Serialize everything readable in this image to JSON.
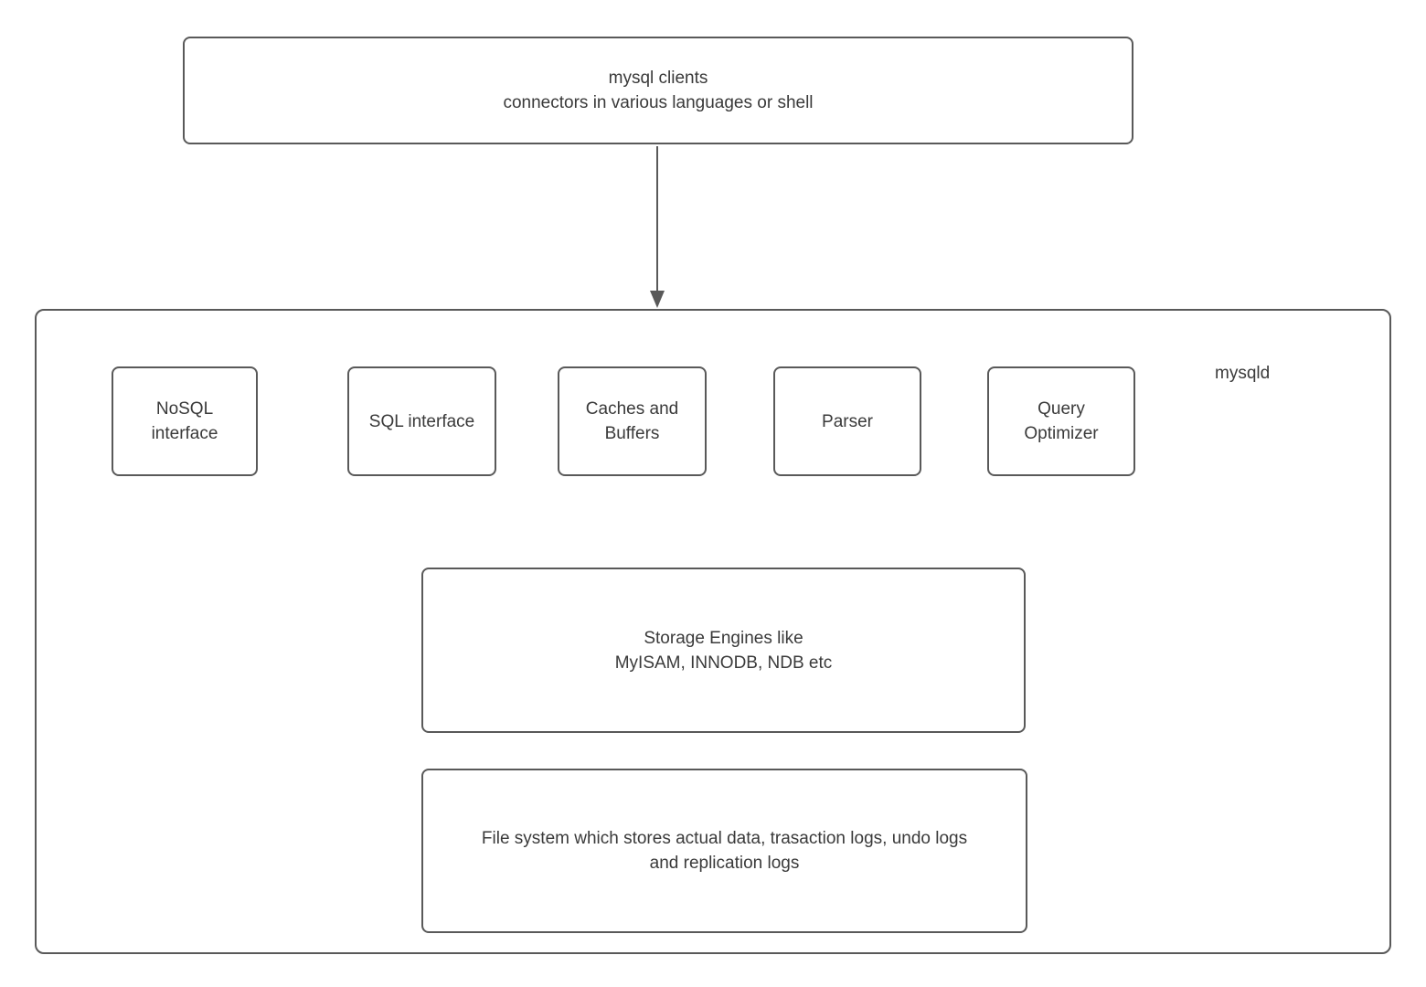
{
  "colors": {
    "border": "#595959",
    "text": "#3a3a3a",
    "background": "#ffffff"
  },
  "clients_box": {
    "line1": "mysql clients",
    "line2": "connectors in various languages or shell"
  },
  "arrow": {
    "direction": "down",
    "from": "clients-box",
    "to": "mysqld-container"
  },
  "mysqld_container": {
    "label": "mysqld",
    "components": [
      {
        "label": "NoSQL interface"
      },
      {
        "label": "SQL interface"
      },
      {
        "label": "Caches and Buffers"
      },
      {
        "label": "Parser"
      },
      {
        "label": "Query Optimizer"
      }
    ],
    "storage_box": {
      "line1": "Storage Engines like",
      "line2": "MyISAM, INNODB, NDB etc"
    },
    "filesystem_box": {
      "line1": "File system which stores actual data, trasaction logs, undo logs",
      "line2": "and replication logs"
    }
  }
}
